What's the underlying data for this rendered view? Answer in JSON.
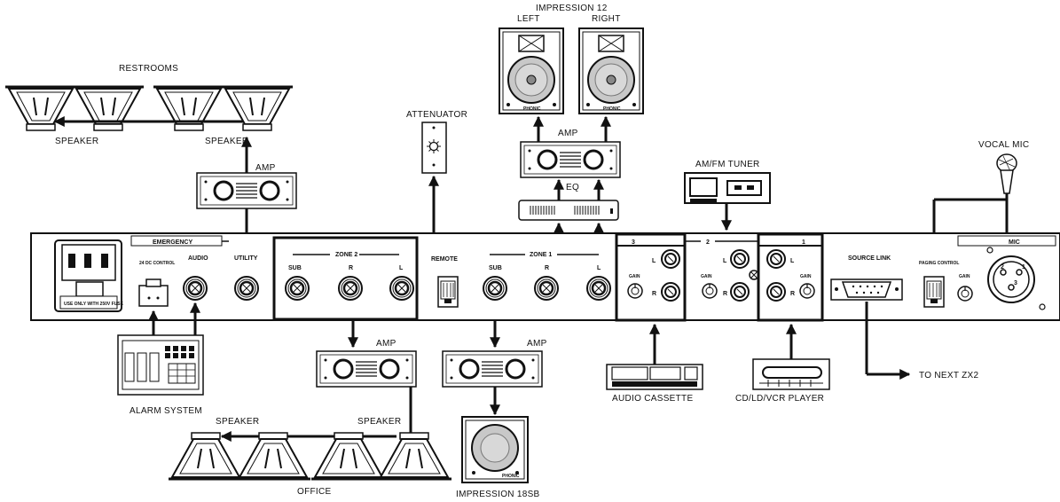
{
  "labels": {
    "restrooms": "RESTROOMS",
    "speaker_left": "SPEAKER",
    "speaker_right": "SPEAKER",
    "amp_top_left": "AMP",
    "attenuator": "ATTENUATOR",
    "impression12": "IMPRESSION 12",
    "left": "LEFT",
    "right": "RIGHT",
    "amp_top_center": "AMP",
    "eq": "EQ",
    "am_fm_tuner": "AM/FM TUNER",
    "vocal_mic": "VOCAL MIC",
    "alarm_system": "ALARM SYSTEM",
    "amp_bottom_left": "AMP",
    "amp_bottom_center": "AMP",
    "speaker_bottom_left": "SPEAKER",
    "speaker_bottom_right": "SPEAKER",
    "office": "OFFICE",
    "impression18sb": "IMPRESSION 18SB",
    "audio_cassette": "AUDIO CASSETTE",
    "cd_player": "CD/LD/VCR PLAYER",
    "to_next": "TO NEXT ZX2"
  },
  "panel": {
    "emergency": "EMERGENCY",
    "dc_control": "24 DC CONTROL",
    "audio": "AUDIO",
    "utility": "UTILITY",
    "zone2": "ZONE 2",
    "zone1": "ZONE 1",
    "remote": "REMOTE",
    "sub": "SUB",
    "r": "R",
    "l": "L",
    "input3": "3",
    "input2": "2",
    "input1": "1",
    "gain": "GAIN",
    "source_link": "SOURCE LINK",
    "paging_control": "PAGING CONTROL",
    "mic": "MIC",
    "fuse_note": "USE ONLY WITH 250V FUSE",
    "pin1": "1",
    "pin2": "2",
    "pin3": "3"
  },
  "devices": {
    "phonic": "PHONIC"
  },
  "icons": [
    "speaker-horn-icon",
    "amplifier-icon",
    "jack-icon",
    "xlr-icon",
    "db9-icon",
    "rj45-icon",
    "power-inlet-icon",
    "microphone-icon",
    "knob-icon"
  ]
}
